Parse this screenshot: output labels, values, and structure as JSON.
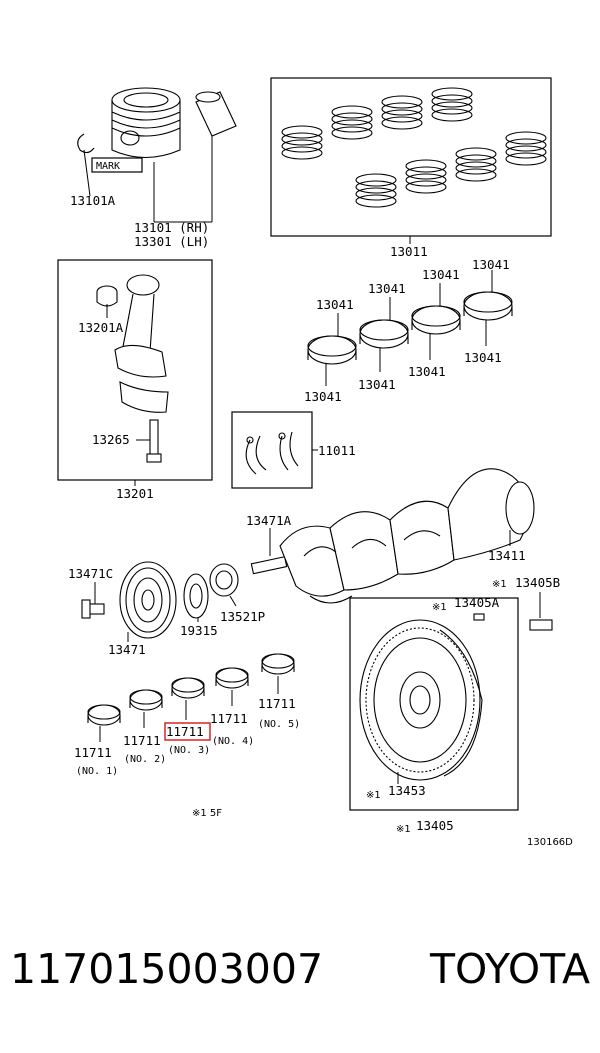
{
  "diagram": {
    "labels": {
      "p13101a": "13101A",
      "mark": "MARK",
      "p13101": "13101 (RH)",
      "p13301": "13301 (LH)",
      "p13011": "13011",
      "p13201a": "13201A",
      "p13265": "13265",
      "p13201": "13201",
      "p13041": "13041",
      "p11011": "11011",
      "p13471a": "13471A",
      "p13411": "13411",
      "p13471c": "13471C",
      "p13471": "13471",
      "p19315": "19315",
      "p13521p": "13521P",
      "p13405b": "13405B",
      "p13405a": "13405A",
      "p13453": "13453",
      "p13405": "13405",
      "p11711": "11711",
      "no1": "(NO. 1)",
      "no2": "(NO. 2)",
      "no3": "(NO. 3)",
      "no4": "(NO. 4)",
      "no5": "(NO. 5)",
      "asterisk": "※1",
      "footnote": "※1  5F",
      "ref_code": "130166D"
    }
  },
  "footer": {
    "part_number": "117015003007",
    "brand": "TOYOTA"
  },
  "colors": {
    "line": "#000000",
    "highlight": "#d22222",
    "background": "#ffffff"
  }
}
